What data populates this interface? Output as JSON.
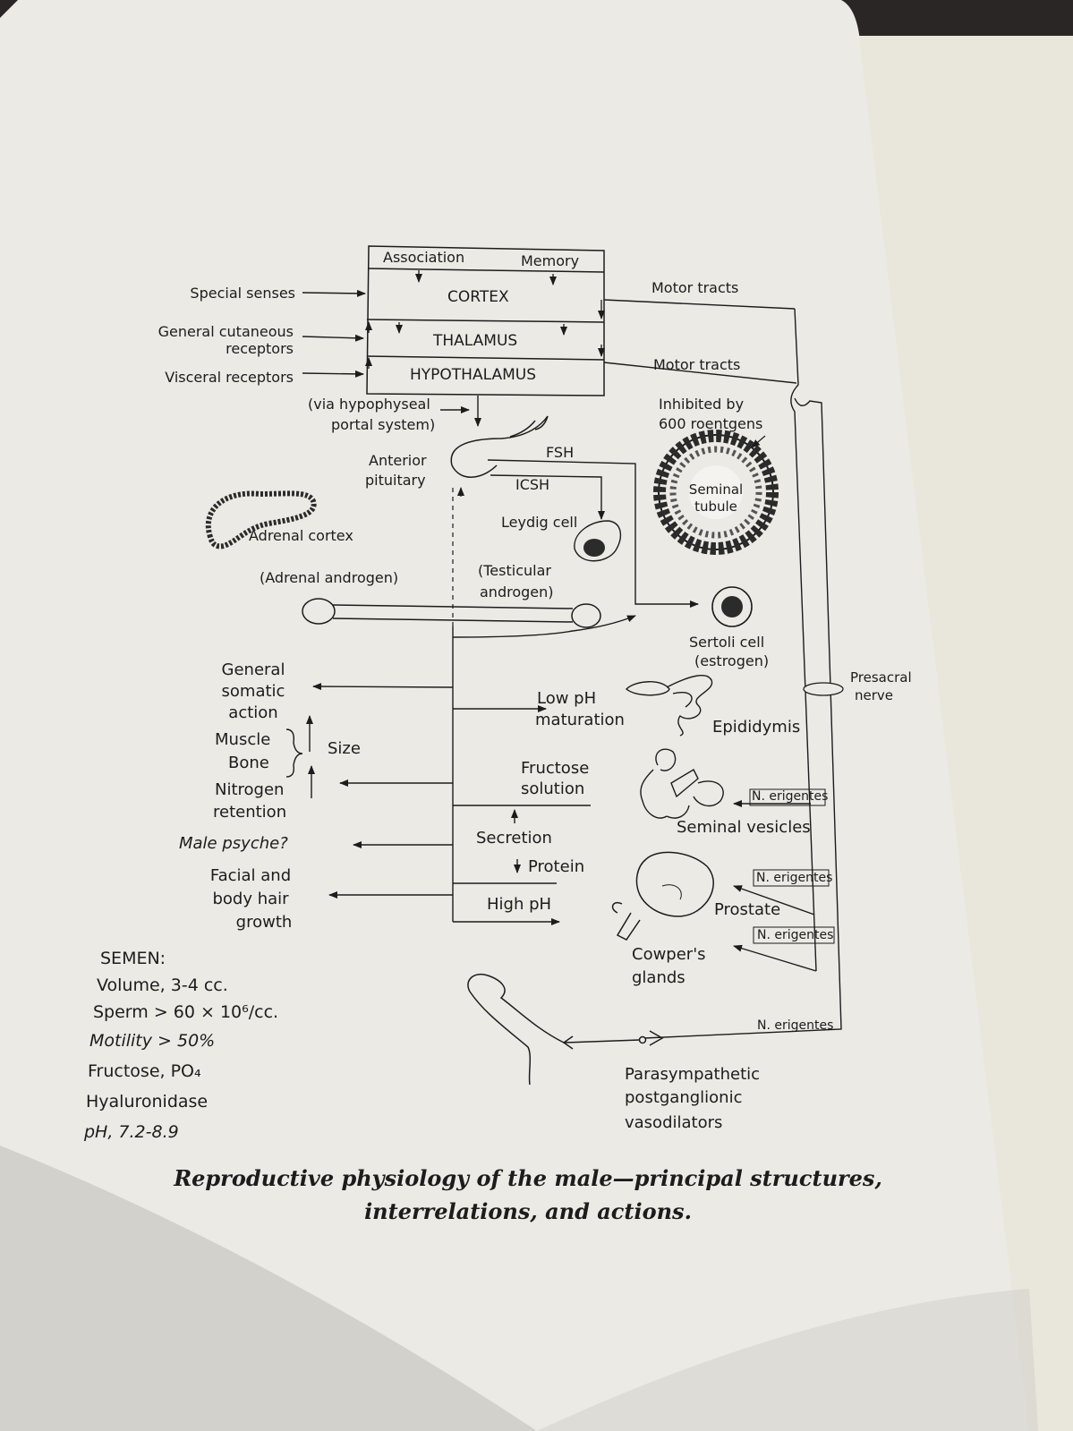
{
  "brain": {
    "top_left": "Association",
    "top_right": "Memory",
    "cortex": "CORTEX",
    "thalamus": "THALAMUS",
    "hypothalamus": "HYPOTHALAMUS"
  },
  "inputs": {
    "special_senses": "Special senses",
    "general_cutaneous_1": "General cutaneous",
    "general_cutaneous_2": "receptors",
    "visceral": "Visceral receptors"
  },
  "motor": {
    "tracts_1": "Motor tracts",
    "tracts_2": "Motor tracts",
    "inhibited_1": "Inhibited by",
    "inhibited_2": "600 roentgens"
  },
  "pituitary": {
    "portal_1": "(via hypophyseal",
    "portal_2": "portal system)",
    "anterior_1": "Anterior",
    "anterior_2": "pituitary",
    "fsh": "FSH",
    "icsh": "ICSH"
  },
  "cells": {
    "leydig": "Leydig cell",
    "seminal_tubule_1": "Seminal",
    "seminal_tubule_2": "tubule",
    "adrenal_cortex": "Adrenal cortex",
    "adrenal_androgen": "(Adrenal androgen)",
    "testicular_1": "(Testicular",
    "testicular_2": "androgen)",
    "sertoli_1": "Sertoli cell",
    "sertoli_2": "(estrogen)"
  },
  "effects": {
    "general_1": "General",
    "general_2": "somatic",
    "general_3": "action",
    "muscle": "Muscle",
    "bone": "Bone",
    "size": "Size",
    "nitrogen_1": "Nitrogen",
    "nitrogen_2": "retention",
    "psyche": "Male psyche?",
    "hair_1": "Facial and",
    "hair_2": "body hair",
    "hair_3": "growth"
  },
  "secretions": {
    "lowph_1": "Low pH",
    "lowph_2": "maturation",
    "fructose_1": "Fructose",
    "fructose_2": "solution",
    "secretion": "Secretion",
    "protein": "Protein",
    "highph": "High pH"
  },
  "organs": {
    "epididymis": "Epididymis",
    "seminal_vesicles": "Seminal vesicles",
    "prostate": "Prostate",
    "cowpers_1": "Cowper's",
    "cowpers_2": "glands",
    "presacral_1": "Presacral",
    "presacral_2": "nerve",
    "n_erigentes": "N. erigentes",
    "para_1": "Parasympathetic",
    "para_2": "postganglionic",
    "para_3": "vasodilators"
  },
  "semen": {
    "title": "SEMEN:",
    "volume": "Volume, 3-4 cc.",
    "sperm": "Sperm > 60 × 10⁶/cc.",
    "motility": "Motility > 50%",
    "fructose": "Fructose, PO₄",
    "hyaluronidase": "Hyaluronidase",
    "ph": "pH, 7.2-8.9"
  },
  "caption": {
    "line1": "Reproductive physiology of the male—principal structures,",
    "line2": "interrelations, and actions."
  }
}
